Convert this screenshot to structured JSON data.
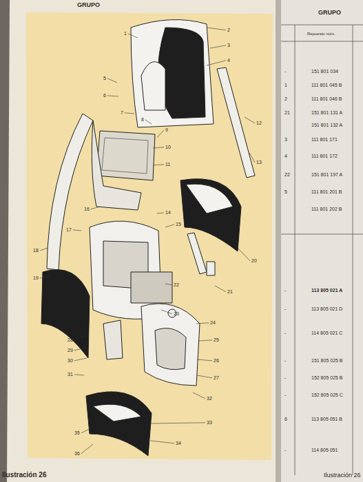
{
  "diagram": {
    "labels": [
      "GRUPO",
      "GRUPO",
      "Repuesto núm.",
      "-",
      "151 801 034",
      "1",
      "111 801 045 B",
      "2",
      "111 801 046 B",
      "21",
      "151 801 131 A",
      "151 801 132 A",
      "3",
      "111 801 171",
      "4",
      "111 801 172",
      "22",
      "151 801 197 A",
      "5",
      "111 801 201 B",
      "111 801 202 B",
      "-",
      "113 805 021 A",
      "-",
      "113 805 021 D",
      "-",
      "114 805 021 C",
      "-",
      "151 805 025 B",
      "-",
      "152 805 025 B",
      "-",
      "152 805 025 C",
      "6",
      "113 805 051 B",
      "-",
      "114 805 051",
      "1",
      "2",
      "3",
      "4",
      "5",
      "6",
      "7",
      "8",
      "9",
      "10",
      "11",
      "12",
      "13",
      "14",
      "15",
      "16",
      "17",
      "18",
      "19",
      "20",
      "21",
      "22",
      "23",
      "24",
      "25",
      "26",
      "27",
      "28",
      "29",
      "30",
      "31",
      "32",
      "33",
      "34",
      "35",
      "36",
      "Ilustración 26",
      "Ilustración 26"
    ]
  }
}
